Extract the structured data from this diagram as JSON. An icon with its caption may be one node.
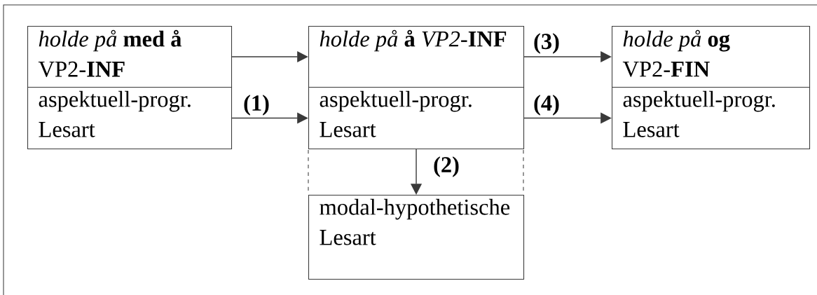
{
  "diagram": {
    "nodes": [
      {
        "text": [
          "*holde på* **med å** VP2-**INF**"
        ]
      },
      {
        "text": [
          "aspektuell-progr. Lesart"
        ]
      },
      {
        "text": [
          "*holde på* **å** *VP2*-**INF**"
        ]
      },
      {
        "text": [
          "aspektuell-progr. Lesart"
        ]
      },
      {
        "text": [
          "modal-hypothetische Lesart"
        ]
      },
      {
        "text": [
          "*holde på* **og** VP2-**FIN**"
        ]
      },
      {
        "text": [
          "aspektuell-progr. Lesart"
        ]
      }
    ],
    "edges": [
      {
        "from": 0,
        "to": 2,
        "arrow": "to"
      },
      {
        "from": 1,
        "to": 3,
        "arrow": "to",
        "label": "(1)"
      },
      {
        "from": 3,
        "to": 4,
        "arrow": "to",
        "label": "(2)"
      },
      {
        "from": 2,
        "to": 5,
        "arrow": "to",
        "label": "(3)"
      },
      {
        "from": 3,
        "to": 6,
        "arrow": "to",
        "label": "(4)"
      }
    ]
  }
}
